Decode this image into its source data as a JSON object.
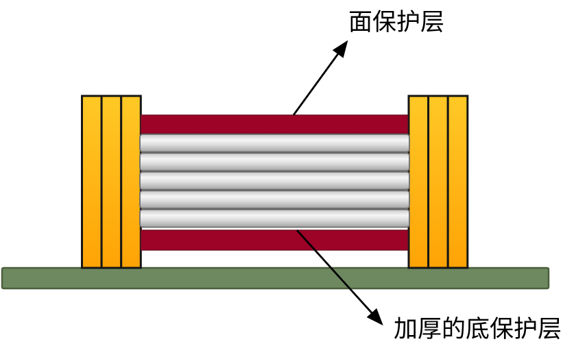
{
  "diagram": {
    "title": "cable-tray-protection-layers-schematic",
    "labels": {
      "top": "面保护层",
      "bottom": "加厚的底保护层"
    },
    "structure": {
      "roller_count": 5,
      "bars_per_pillar": 3,
      "pillar_count": 2
    },
    "colors": {
      "background": "#FFFFFF",
      "yellow_top": "#FFC926",
      "yellow_bottom": "#FFA306",
      "bar_outline": "#161616",
      "red_layer": "#9D0227",
      "red_outline": "#701223",
      "roller_top": "#C6C6C6",
      "roller_light": "#F5F5F5",
      "roller_mid": "#DEDEDE",
      "roller_dark": "#A3A3A3",
      "roller_outline": "#6C6C6C",
      "base_fill": "#6E8960",
      "base_outline": "#4A5F3C",
      "arrow": "#000000",
      "label_text": "#000000"
    }
  }
}
